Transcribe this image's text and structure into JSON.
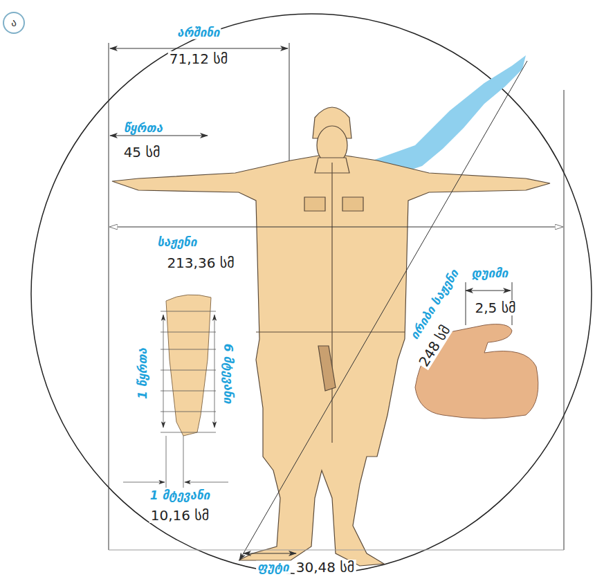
{
  "diagram": {
    "labels": [
      "ა",
      "არშინი",
      "71,12 სმ",
      "წყრთა",
      "45 სმ",
      "საჟენი",
      "213,36 სმ",
      "ირიბი საჟენი",
      "248 სმ",
      "დუიმი",
      "2,5 სმ",
      "1 წყრთა",
      "6 მტევანი",
      "1 მტევანი",
      "10,16 სმ",
      "ფუტი",
      "30,48 სმ"
    ]
  }
}
